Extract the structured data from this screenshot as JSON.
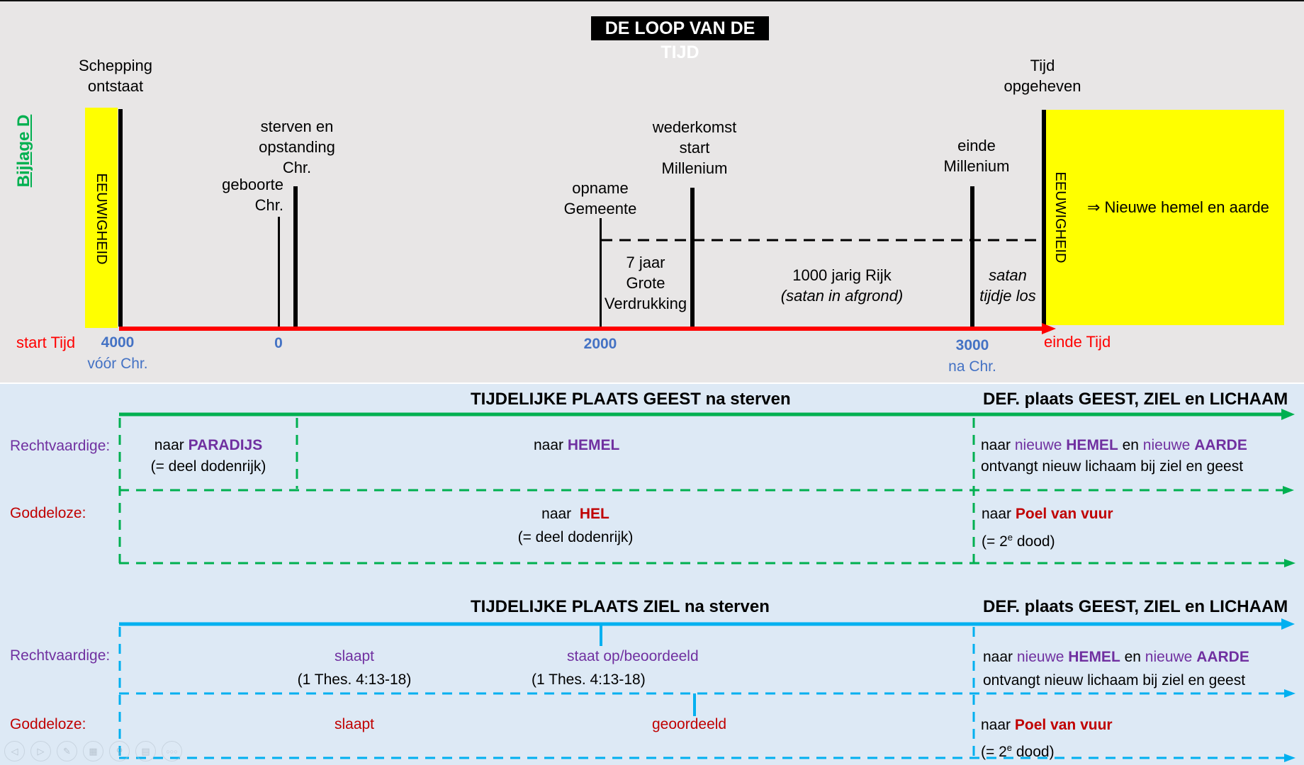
{
  "title": "DE LOOP VAN DE TIJD",
  "appendix_label": "Bijlage D",
  "timeline": {
    "eternity_left": "EEUWIGHEID",
    "eternity_right": "EEUWIGHEID",
    "new_heaven": "⇒ Nieuwe hemel en aarde",
    "start_label": "start Tijd",
    "end_label": "einde Tijd",
    "events": {
      "creation": [
        "Schepping",
        "ontstaat"
      ],
      "birth": [
        "geboorte",
        "Chr."
      ],
      "death_resurrection": [
        "sterven en",
        "opstanding",
        "Chr."
      ],
      "rapture": [
        "opname",
        "Gemeente"
      ],
      "return": [
        "wederkomst",
        "start",
        "Millenium"
      ],
      "end_millennium": [
        "einde",
        "Millenium"
      ],
      "time_lifted": [
        "Tijd",
        "opgeheven"
      ]
    },
    "periods": {
      "tribulation": [
        "7 jaar",
        "Grote",
        "Verdrukking"
      ],
      "kingdom": [
        "1000 jarig Rijk",
        "(satan in afgrond)"
      ],
      "satan_loose": [
        "satan",
        "tijdje los"
      ]
    },
    "ticks": [
      {
        "value": "4000",
        "sub": "vóór Chr."
      },
      {
        "value": "0",
        "sub": ""
      },
      {
        "value": "2000",
        "sub": ""
      },
      {
        "value": "3000",
        "sub": "na Chr."
      }
    ]
  },
  "spirit_section": {
    "heading_temp": "TIJDELIJKE PLAATS GEEST na sterven",
    "heading_def": "DEF. plaats GEEST, ZIEL en LICHAAM",
    "righteous_label": "Rechtvaardige:",
    "wicked_label": "Goddeloze:",
    "righteous_paradise": {
      "pre": "naar ",
      "em": "PARADIJS",
      "sub": "(= deel dodenrijk)"
    },
    "righteous_heaven": {
      "pre": "naar ",
      "em": "HEMEL"
    },
    "righteous_final": {
      "p1": "naar ",
      "p2": "nieuwe ",
      "p3": "HEMEL",
      "p4": " en ",
      "p5": "nieuwe ",
      "p6": "AARDE",
      "line2": "ontvangt nieuw lichaam bij ziel en geest"
    },
    "wicked_hell": {
      "pre": "naar  ",
      "em": "HEL",
      "sub": "(= deel dodenrijk)"
    },
    "wicked_final": {
      "pre": "naar ",
      "em": "Poel van vuur",
      "sub_pre": "(= 2",
      "sup": "e",
      "sub_post": " dood)"
    }
  },
  "soul_section": {
    "heading_temp": "TIJDELIJKE PLAATS ZIEL na sterven",
    "heading_def": "DEF. plaats GEEST, ZIEL en LICHAAM",
    "righteous_label": "Rechtvaardige:",
    "wicked_label": "Goddeloze:",
    "righteous_sleep": {
      "text": "slaapt",
      "ref": "(1 Thes. 4:13-18)"
    },
    "righteous_rise": {
      "text": "staat op/beoordeeld",
      "ref": "(1 Thes. 4:13-18)"
    },
    "righteous_final": {
      "p1": "naar ",
      "p2": "nieuwe ",
      "p3": "HEMEL",
      "p4": " en ",
      "p5": "nieuwe ",
      "p6": "AARDE",
      "line2": "ontvangt nieuw lichaam bij ziel en geest"
    },
    "wicked_sleep": "slaapt",
    "wicked_judged": "geoordeeld",
    "wicked_final": {
      "pre": "naar ",
      "em": "Poel van vuur",
      "sub_pre": "(= 2",
      "sup": "e",
      "sub_post": " dood)"
    }
  },
  "slideshow_toolbar": [
    "previous-icon",
    "next-icon",
    "pen-icon",
    "slides-grid-icon",
    "zoom-icon",
    "subtitles-icon",
    "more-icon"
  ],
  "colors": {
    "timeline_axis": "#ff0000",
    "eternity": "#ffff00",
    "spirit_lines": "#00b050",
    "soul_lines": "#00b0f0",
    "righteous": "#7030a0",
    "wicked": "#c00000",
    "years": "#4472c4"
  }
}
